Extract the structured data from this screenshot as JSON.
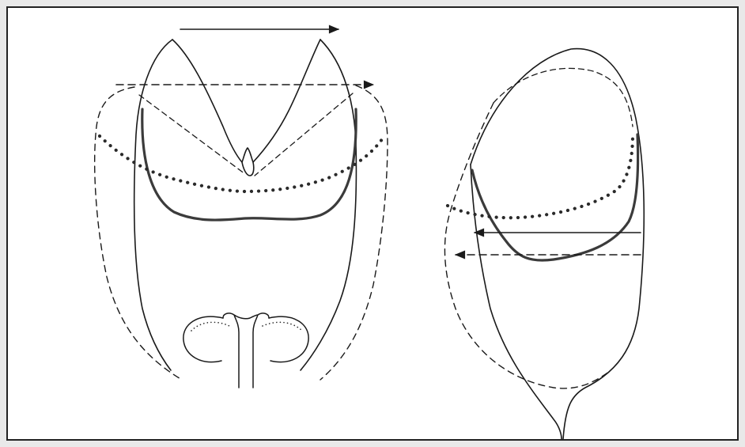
{
  "figure": {
    "kind": "anatomical line diagram (frontal and lateral views)",
    "colors": {
      "outline": "#1a1a1a",
      "bold_curve": "#3b3b3b",
      "dashed": "#1a1a1a",
      "dotted": "#2a2a2a",
      "paper": "#ffffff",
      "show_through": "#d2d2d2"
    },
    "panels": [
      "frontal-view",
      "lateral-view"
    ],
    "line_styles": [
      "solid",
      "bold",
      "dashed",
      "dotted",
      "arrow"
    ]
  }
}
